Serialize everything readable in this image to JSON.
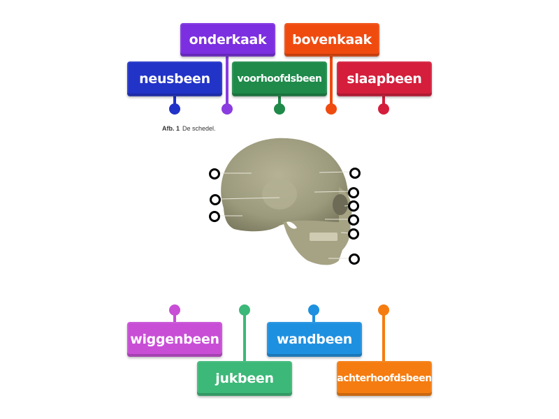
{
  "diagram": {
    "caption_prefix": "Afb. 1",
    "caption_text": "De schedel.",
    "image_semantic": "skull-side-view"
  },
  "labels": [
    {
      "id": "onderkaak",
      "text": "onderkaak",
      "color": "#7b2fe0",
      "dot_color": "#8a3ce0"
    },
    {
      "id": "bovenkaak",
      "text": "bovenkaak",
      "color": "#f04b0f",
      "dot_color": "#f04b0f"
    },
    {
      "id": "neusbeen",
      "text": "neusbeen",
      "color": "#2233c8",
      "dot_color": "#2233c8"
    },
    {
      "id": "voorhoofdsbeen",
      "text": "voorhoofdsbeen",
      "color": "#1f8a4a",
      "dot_color": "#1f8a4a"
    },
    {
      "id": "slaapbeen",
      "text": "slaapbeen",
      "color": "#d41e3c",
      "dot_color": "#d41e3c"
    },
    {
      "id": "wiggenbeen",
      "text": "wiggenbeen",
      "color": "#c84ed6",
      "dot_color": "#c84ed6"
    },
    {
      "id": "jukbeen",
      "text": "jukbeen",
      "color": "#3cb878",
      "dot_color": "#3cb878"
    },
    {
      "id": "wandbeen",
      "text": "wandbeen",
      "color": "#1e90e0",
      "dot_color": "#1e90e0"
    },
    {
      "id": "achterhoofdsbeen",
      "text": "achterhoofdsbeen",
      "color": "#f57c10",
      "dot_color": "#f57c10"
    }
  ],
  "targets_count": 9
}
